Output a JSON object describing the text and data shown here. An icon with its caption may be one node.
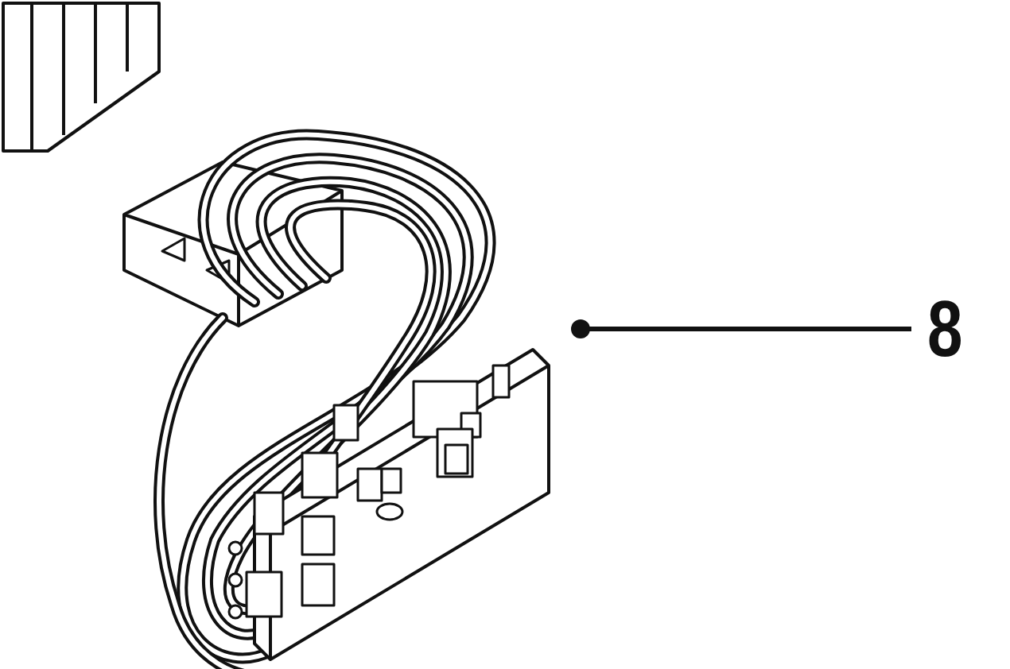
{
  "diagram": {
    "nodes": [
      {
        "text": [
          "8"
        ]
      },
      {
        "text": [],
        "shape": "picture"
      }
    ],
    "edges": [
      {
        "from": 0,
        "to": 1,
        "arrow": "other"
      }
    ]
  }
}
